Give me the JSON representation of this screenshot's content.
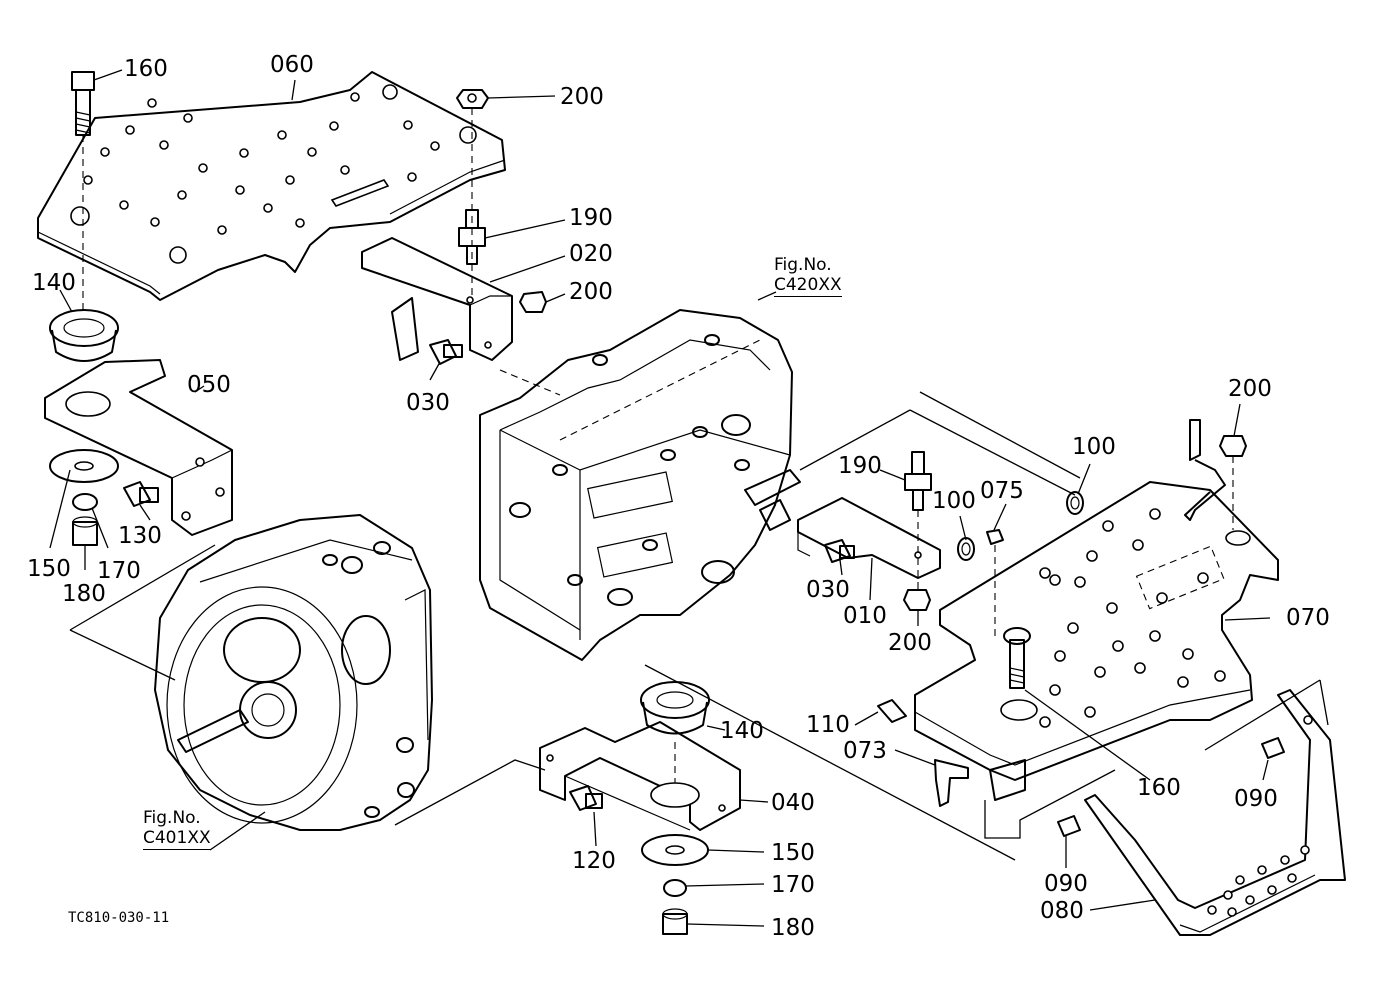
{
  "diagram": {
    "drawing_code": "TC810-030-11",
    "fig_refs": [
      {
        "line1": "Fig.No.",
        "line2": "C420XX"
      },
      {
        "line1": "Fig.No.",
        "line2": "C401XX"
      }
    ],
    "labels": {
      "160a": "160",
      "060": "060",
      "200a": "200",
      "190a": "190",
      "020": "020",
      "200b": "200",
      "140a": "140",
      "050": "050",
      "030a": "030",
      "150a": "150",
      "170a": "170",
      "130": "130",
      "180a": "180",
      "200c": "200",
      "100a": "100",
      "190b": "190",
      "100b": "100",
      "075": "075",
      "030b": "030",
      "010": "010",
      "200d": "200",
      "070": "070",
      "140b": "140",
      "110": "110",
      "073": "073",
      "040": "040",
      "160b": "160",
      "090a": "090",
      "150b": "150",
      "120": "120",
      "170b": "170",
      "090b": "090",
      "080": "080",
      "180b": "180"
    }
  }
}
